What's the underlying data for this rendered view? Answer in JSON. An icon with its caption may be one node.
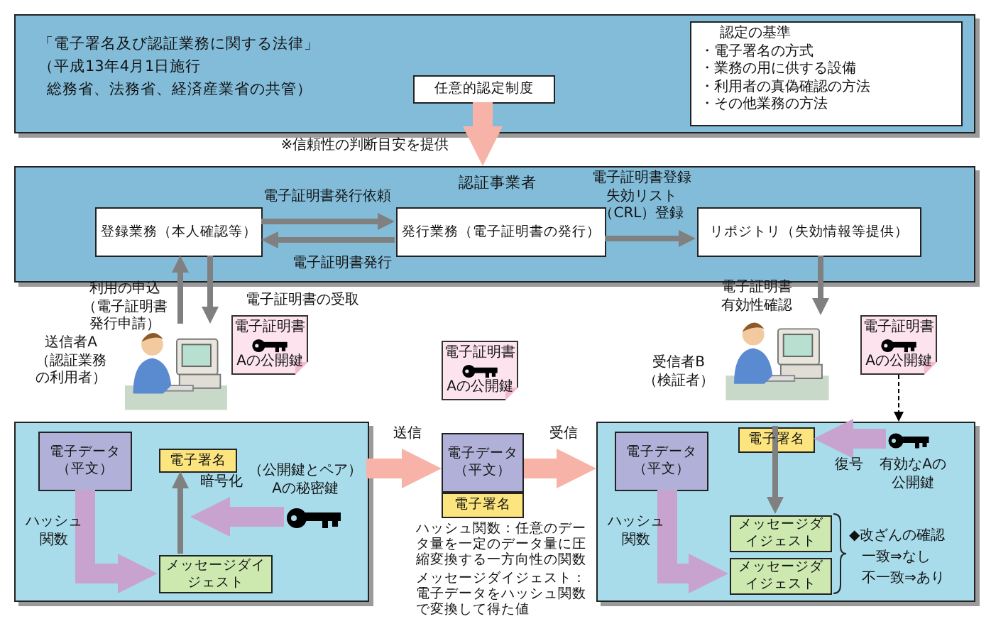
{
  "diagram": {
    "nodes": [
      {
        "text": [
          "「電子署名及び認証業務に関する法律」",
          "（平成13年4月1日施行",
          "総務省、法務省、経済産業省の共管）"
        ]
      },
      {
        "text": [
          "認定の基準",
          "・電子署名の方式",
          "・業務の用に供する設備",
          "・利用者の真偽確認の方法",
          "・その他業務の方法"
        ],
        "in": 0
      },
      {
        "text": [
          "任意的認定制度"
        ],
        "in": 0
      },
      {
        "text": [
          "認証事業者"
        ]
      },
      {
        "text": [
          "登録業務（本人確認等）"
        ],
        "in": 3
      },
      {
        "text": [
          "発行業務（電子証明書の発行）"
        ],
        "in": 3
      },
      {
        "text": [
          "リポジトリ（失効情報等提供）"
        ],
        "in": 3
      },
      {
        "text": [],
        "shape": "picture",
        "beside": [
          "送信者A（認証業務の利用者）"
        ]
      },
      {
        "text": [
          "電子証明書",
          "Aの公開鍵"
        ]
      },
      {
        "text": [
          "電子証明書",
          "Aの公開鍵"
        ]
      },
      {
        "text": [],
        "shape": "picture",
        "beside": [
          "受信者B（検証者）"
        ]
      },
      {
        "text": [
          "電子証明書",
          "Aの公開鍵"
        ]
      },
      {
        "text": [],
        "shape": "box"
      },
      {
        "text": [
          "電子データ（平文）"
        ],
        "in": 12
      },
      {
        "text": [
          "電子署名"
        ],
        "in": 12
      },
      {
        "text": [
          "メッセージダイジェスト"
        ],
        "in": 12
      },
      {
        "text": [],
        "shape": "picture",
        "in": 12,
        "beside": [
          "（公開鍵とペア）Aの秘密鍵"
        ]
      },
      {
        "text": [
          "電子データ（平文）"
        ]
      },
      {
        "text": [
          "電子署名"
        ]
      },
      {
        "text": [],
        "shape": "box"
      },
      {
        "text": [
          "電子データ（平文）"
        ],
        "in": 19
      },
      {
        "text": [
          "電子署名"
        ],
        "in": 19
      },
      {
        "text": [
          "メッセージダイジェスト"
        ],
        "in": 19
      },
      {
        "text": [
          "メッセージダイジェスト"
        ],
        "in": 19
      },
      {
        "text": [],
        "shape": "picture",
        "in": 19,
        "beside": [
          "有効なAの公開鍵"
        ]
      }
    ],
    "edges": [
      {
        "from": 2,
        "to": 3,
        "arrow": "to",
        "label": "※信頼性の判断目安を提供",
        "style": "thick",
        "color": "#f7b3a8"
      },
      {
        "from": 4,
        "to": 5,
        "arrow": "to",
        "label": "電子証明書発行依頼"
      },
      {
        "from": 5,
        "to": 4,
        "arrow": "to",
        "label": "電子証明書発行"
      },
      {
        "from": 5,
        "to": 6,
        "arrow": "to",
        "label": "電子証明書登録失効リスト（CRL）登録"
      },
      {
        "from": 7,
        "to": 4,
        "arrow": "to",
        "label": "利用の申込（電子証明書発行申請）"
      },
      {
        "from": 4,
        "to": 7,
        "arrow": "to",
        "label": "電子証明書の受取"
      },
      {
        "from": 6,
        "to": 10,
        "arrow": "to",
        "label": "電子証明書有効性確認"
      },
      {
        "from": 11,
        "to": 19,
        "arrow": "to",
        "style": "dashed",
        "color": "#000000"
      },
      {
        "from": 13,
        "to": 15,
        "arrow": "to",
        "label": "ハッシュ関数",
        "style": "thick",
        "color": "#c9a3cf"
      },
      {
        "from": 15,
        "to": 14,
        "arrow": "to"
      },
      {
        "from": 16,
        "to": null,
        "arrow": "to",
        "label": "暗号化",
        "style": "thick",
        "color": "#c9a3cf"
      },
      {
        "from": 12,
        "to": 17,
        "arrow": "to",
        "label": "送信",
        "style": "thick",
        "color": "#f7b3a8"
      },
      {
        "from": 17,
        "to": 19,
        "arrow": "to",
        "label": "受信",
        "style": "thick",
        "color": "#f7b3a8"
      },
      {
        "from": 20,
        "to": 23,
        "arrow": "to",
        "label": "ハッシュ関数",
        "style": "thick",
        "color": "#c9a3cf"
      },
      {
        "from": 21,
        "to": 22,
        "arrow": "to"
      },
      {
        "from": 24,
        "to": 21,
        "arrow": "to",
        "label": "復号",
        "style": "thick",
        "color": "#c9a3cf"
      }
    ],
    "labels": [
      "ハッシュ関数：任意のデータ量を一定のデータ量に圧縮変換する一方向性の関数",
      "メッセージダイジェスト：電子データをハッシュ関数で変換して得た値",
      "◆改ざんの確認",
      "一致⇒なし",
      "不一致⇒あり"
    ]
  }
}
